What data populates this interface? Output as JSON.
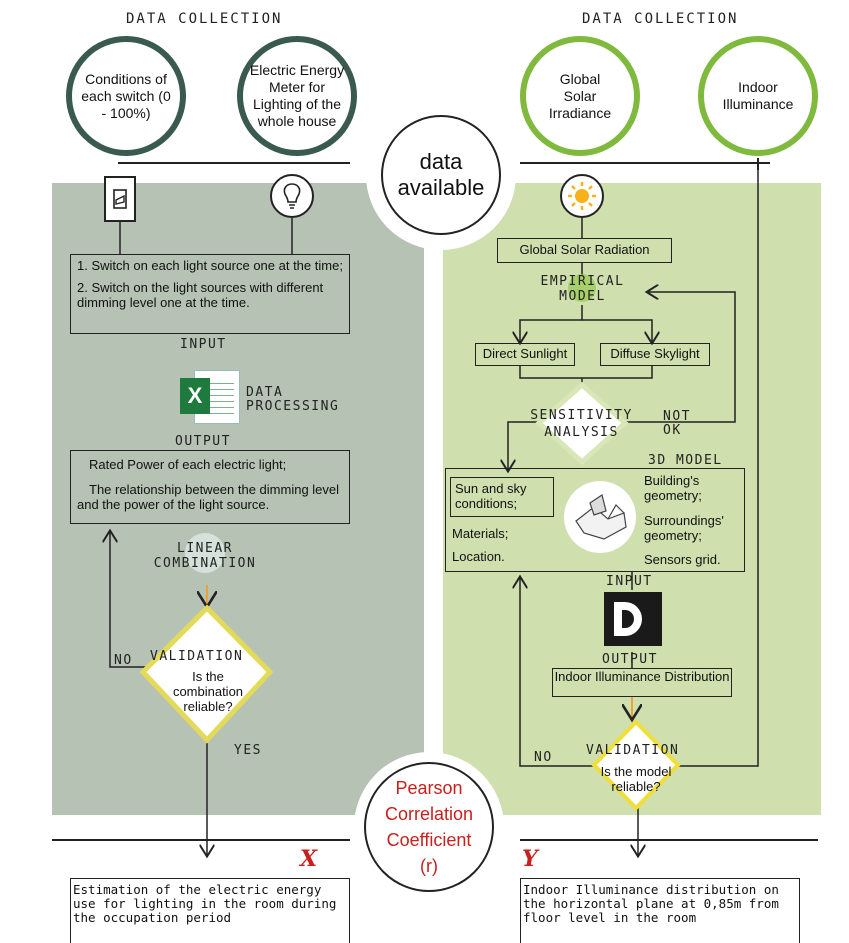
{
  "left": {
    "section_title": "DATA COLLECTION",
    "circle_switch": "Conditions of each switch (0 - 100%)",
    "circle_meter": "Electric Energy Meter for Lighting of the whole house",
    "steps_line1": "1. Switch on each light source one at the time;",
    "steps_line2": "2. Switch on  the light sources with different dimming level one at the time.",
    "input_label": "INPUT",
    "excel_letter": "X",
    "processing_label": "DATA PROCESSING",
    "output_label": "OUTPUT",
    "output_line1": "Rated Power of each electric light;",
    "output_line2": "The relationship between the dimming level and the power of the light source.",
    "linear_label": "LINEAR COMBINATION",
    "no_label": "NO",
    "validation_title": "VALIDATION",
    "validation_question": "Is the combination reliable?",
    "yes_label": "YES",
    "x_symbol": "X",
    "result_text": "Estimation of the electric energy use for lighting in the room during the occupation period"
  },
  "center": {
    "data_available": "data available",
    "pearson": "Pearson Correlation Coefficient (r)"
  },
  "right": {
    "section_title": "DATA COLLECTION",
    "circle_solar": "Global Solar Irradiance",
    "circle_indoor": "Indoor Illuminance",
    "solar_radiation": "Global Solar Radiation",
    "empirical_model": "EMPIRICAL MODEL",
    "direct_sunlight": "Direct Sunlight",
    "diffuse_skylight": "Diffuse Skylight",
    "sensitivity": "SENSITIVITY ANALYSIS",
    "not_ok": "NOT OK",
    "model_3d_label": "3D MODEL",
    "sun_sky": "Sun and sky conditions;",
    "materials": "Materials;",
    "location": "Location.",
    "building": "Building's geometry;",
    "surroundings": "Surroundings' geometry;",
    "sensors": "Sensors grid.",
    "input_label": "INPUT",
    "output_label": "OUTPUT",
    "indoor_distribution": "Indoor Illuminance Distribution",
    "no_label": "NO",
    "validation_title": "VALIDATION",
    "validation_question": "Is the model reliable?",
    "y_symbol": "Y",
    "result_text": "Indoor Illuminance distribution on the horizontal plane at 0,85m from floor level in the room"
  },
  "colors": {
    "left_panel": "#b6c2b4",
    "right_panel": "#cfdfae",
    "dark_ring": "#3b5a4f",
    "green_ring": "#7fba3e",
    "diamond_left": "#e3da5a",
    "red_text": "#c8201c"
  }
}
